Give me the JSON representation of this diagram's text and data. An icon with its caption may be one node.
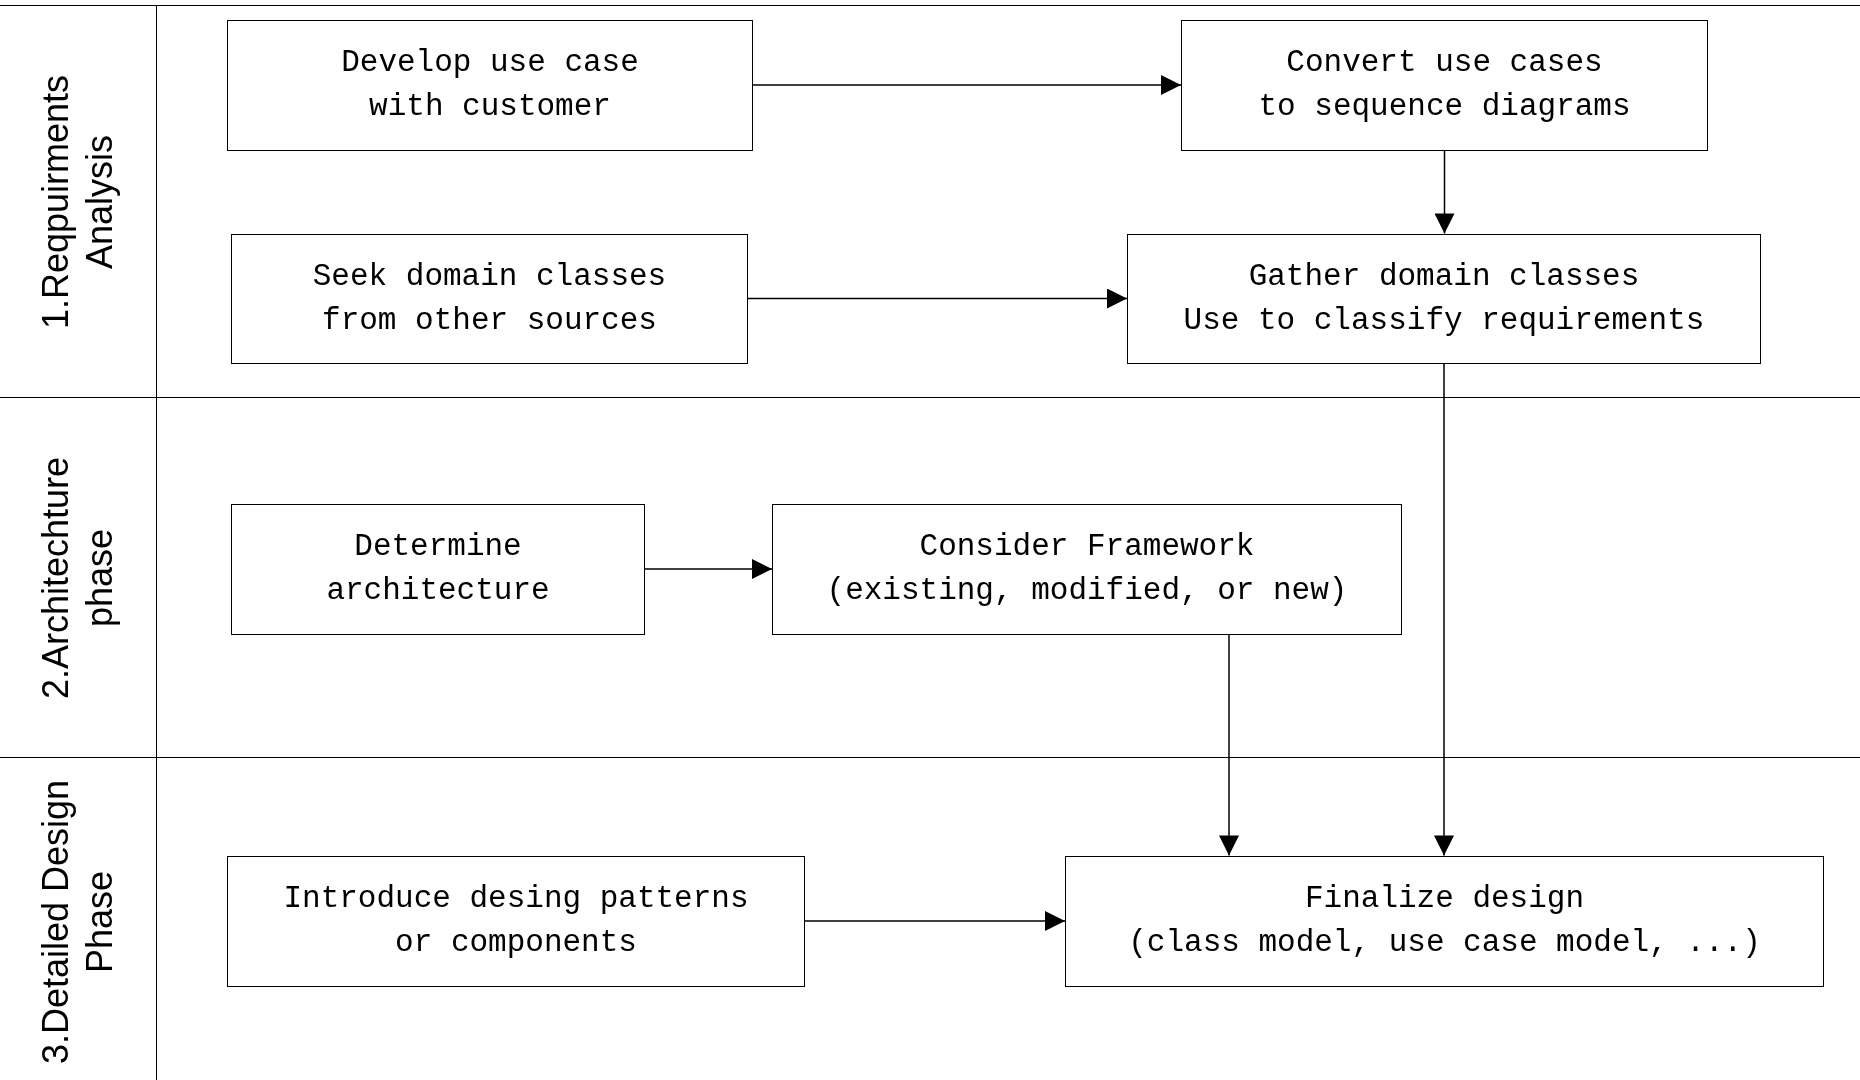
{
  "diagram": {
    "nodes": [
      {
        "text": [
          "1.Reqpuirments Analysis"
        ]
      },
      {
        "text": [
          "2.Architechture phase"
        ]
      },
      {
        "text": [
          "3.Detailed Design Phase"
        ]
      },
      {
        "text": [
          "Develop use case with customer"
        ],
        "in": 0
      },
      {
        "text": [
          "Convert use cases",
          "to sequence diagrams"
        ],
        "in": 0
      },
      {
        "text": [
          "Seek domain classes from other sources"
        ],
        "in": 0
      },
      {
        "text": [
          "Gather domain classes",
          "Use to classify requirements"
        ],
        "in": 0
      },
      {
        "text": [
          "Determine architecture"
        ],
        "in": 1
      },
      {
        "text": [
          "Consider Framework (existing, modified, or new)"
        ],
        "in": 1
      },
      {
        "text": [
          "Introduce desing patterns or components"
        ],
        "in": 2
      },
      {
        "text": [
          "Finalize design",
          "(class model, use case model, ...)"
        ],
        "in": 2
      }
    ],
    "edges": [
      {
        "from": 3,
        "to": 4,
        "arrow": "to"
      },
      {
        "from": 4,
        "to": 6,
        "arrow": "to"
      },
      {
        "from": 5,
        "to": 6,
        "arrow": "to"
      },
      {
        "from": 7,
        "to": 8,
        "arrow": "to"
      },
      {
        "from": 8,
        "to": 10,
        "arrow": "to"
      },
      {
        "from": 6,
        "to": 10,
        "arrow": "to"
      },
      {
        "from": 9,
        "to": 10,
        "arrow": "to"
      }
    ]
  }
}
